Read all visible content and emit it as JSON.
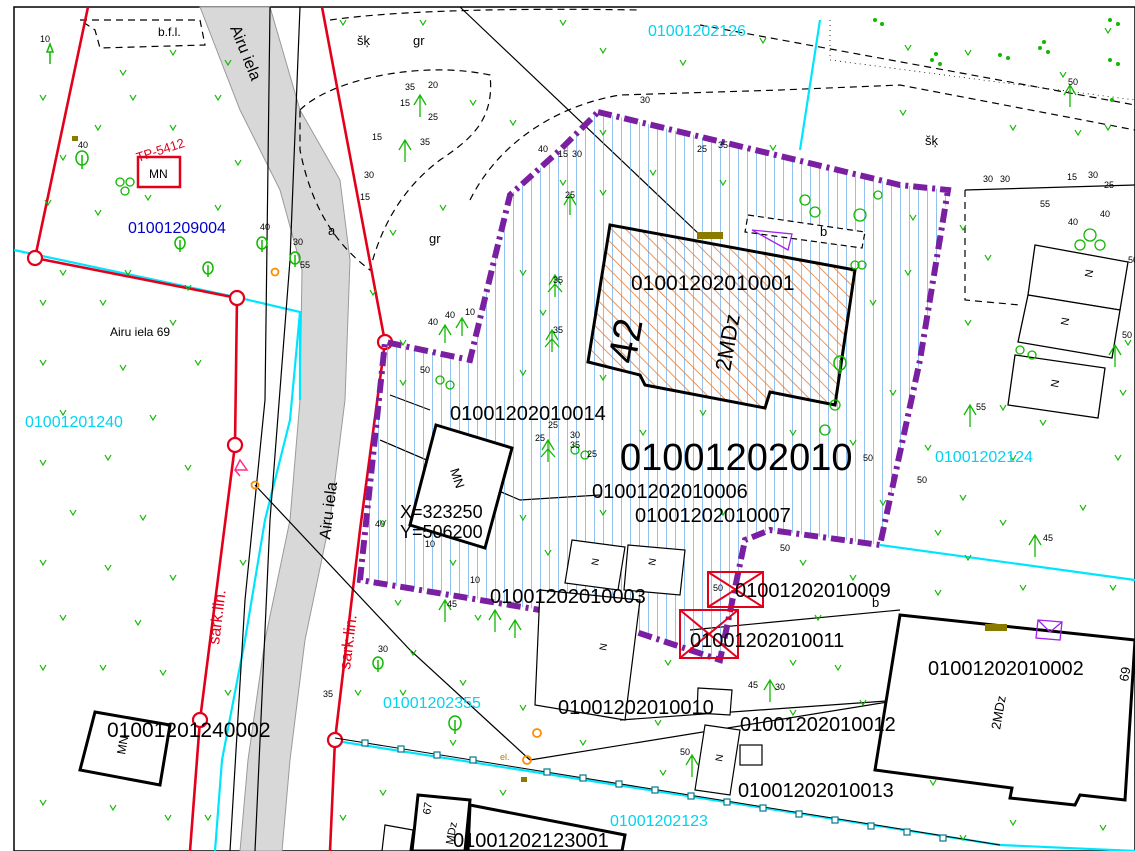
{
  "colors": {
    "parcel_main": "#000000",
    "parcel_cyan": "#00e5ff",
    "parcel_blue": "#0000cc",
    "red_line": "#e3001b",
    "purple_boundary": "#7a1fa2",
    "hatch_blue": "#5aa0e6",
    "building_hatch": "#e07b39",
    "vegetation": "#11b800",
    "road_grey": "#d8d8d8"
  },
  "labels": {
    "parcel_main": "01001202010",
    "bld_0001": "01001202010001",
    "bld_0001_use": "2MDz",
    "bld_0001_num": "42",
    "bld_0014": "01001202010014",
    "bld_0014_use": "MN",
    "bld_0006": "01001202010006",
    "bld_0007": "01001202010007",
    "bld_0003": "01001202010003",
    "bld_0009": "01001202010009",
    "bld_0011": "01001202010011",
    "bld_0010": "01001202010010",
    "bld_0012": "01001202010012",
    "bld_0013": "01001202010013",
    "bld_0002": "01001202010002",
    "bld_0002_use": "2MDz",
    "bld_0002_num": "69",
    "bld_240002": "01001201240002",
    "bld_240002_use": "MN",
    "bld_123001": "01001202123001",
    "bld_123001_use": "MDz",
    "bld_123001_num": "67",
    "parcel_126": "01001202126",
    "parcel_124": "01001202124",
    "parcel_355": "01001202355",
    "parcel_123": "01001202123",
    "parcel_240": "01001201240",
    "parcel_9004": "01001209004",
    "coord_x": "X=323250",
    "coord_y": "Y=506200",
    "street_1": "Airu iela",
    "street_2": "Airu iela",
    "address": "Airu iela 69",
    "tp": "TP-5412",
    "tp_use": "MN",
    "sark_1": "sark.lin.",
    "sark_2": "sark.lin.",
    "n_label": "N",
    "sk_1": "šķ",
    "sk_2": "šķ",
    "gr_1": "gr",
    "gr_2": "gr",
    "a": "a",
    "b_top": "b",
    "b_mid": "b",
    "bt": "b.f.l.",
    "el": "el.",
    "num_10": "10",
    "num_15": "15",
    "num_20": "20",
    "num_25": "25",
    "num_30": "30",
    "num_35": "35",
    "num_40": "40",
    "num_45": "45",
    "num_50": "50",
    "num_55": "55"
  }
}
